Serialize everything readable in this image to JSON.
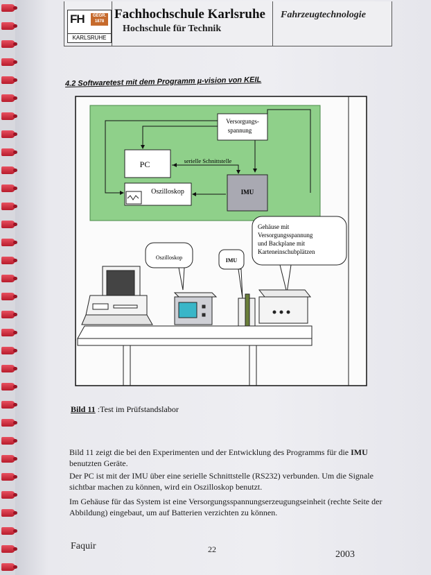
{
  "header": {
    "logo_fh": "FH",
    "logo_gegr": "GEGR. 1878",
    "logo_city": "KARLSRUHE",
    "school_name": "Fachhochschule Karlsruhe",
    "school_sub": "Hochschule für Technik",
    "department": "Fahrzeugtechnologie"
  },
  "section_title": "4.2 Softwaretest mit dem Programm µ-vision von KEIL",
  "figure": {
    "box_supply": "Versorgungs-",
    "box_supply2": "spannung",
    "box_pc": "PC",
    "serial_label": "serielle Schnittstelle",
    "box_osc": "Oszilloskop",
    "box_imu": "IMU",
    "bubble_osc": "Oszilloskop",
    "bubble_imu": "IMU",
    "bubble_housing": [
      "Gehäuse mit",
      "Versorgungsspannung",
      "und  Backplane mit",
      "Karteneinschubplätzen"
    ]
  },
  "caption": {
    "label": "Bild 11",
    "text": " :Test im Prüfstandslabor"
  },
  "paragraphs": {
    "p1_a": "Bild 11 zeigt die bei den Experimenten und der Entwicklung des Programms für die ",
    "p1_b": "IMU",
    "p1_c": "benutzten Geräte.",
    "p2": "Der PC ist mit der IMU über eine serielle Schnittstelle (RS232) verbunden. Um die Signale sichtbar machen zu können, wird ein Oszilloskop benutzt.",
    "p3": "Im Gehäuse für das System ist eine Versorgungsspannungserzeugungseinheit (rechte Seite der Abbildung) eingebaut, um auf Batterien verzichten zu können."
  },
  "footer": {
    "author": "Faquir",
    "page": "22",
    "year": "2003"
  },
  "colors": {
    "diagram_green": "#8fd08a",
    "imu_box": "#a9a9b2",
    "binding": "#c8202e"
  }
}
